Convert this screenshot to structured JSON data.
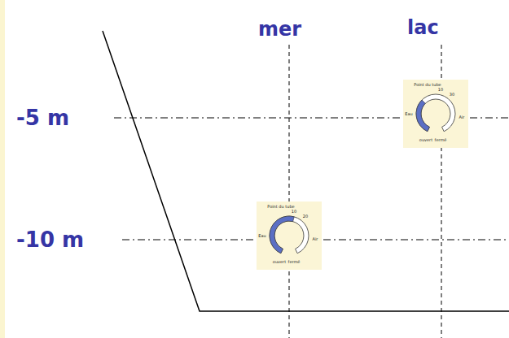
{
  "diagram": {
    "labels": [
      "mer",
      "lac",
      "-5 m",
      "-10 m",
      "Point du tube",
      "10",
      "20",
      "Eau",
      "Air",
      "ouvert",
      "fermé",
      "Point du tube",
      "10",
      "30",
      "Eau",
      "Air",
      "ouvert",
      "fermé"
    ]
  }
}
